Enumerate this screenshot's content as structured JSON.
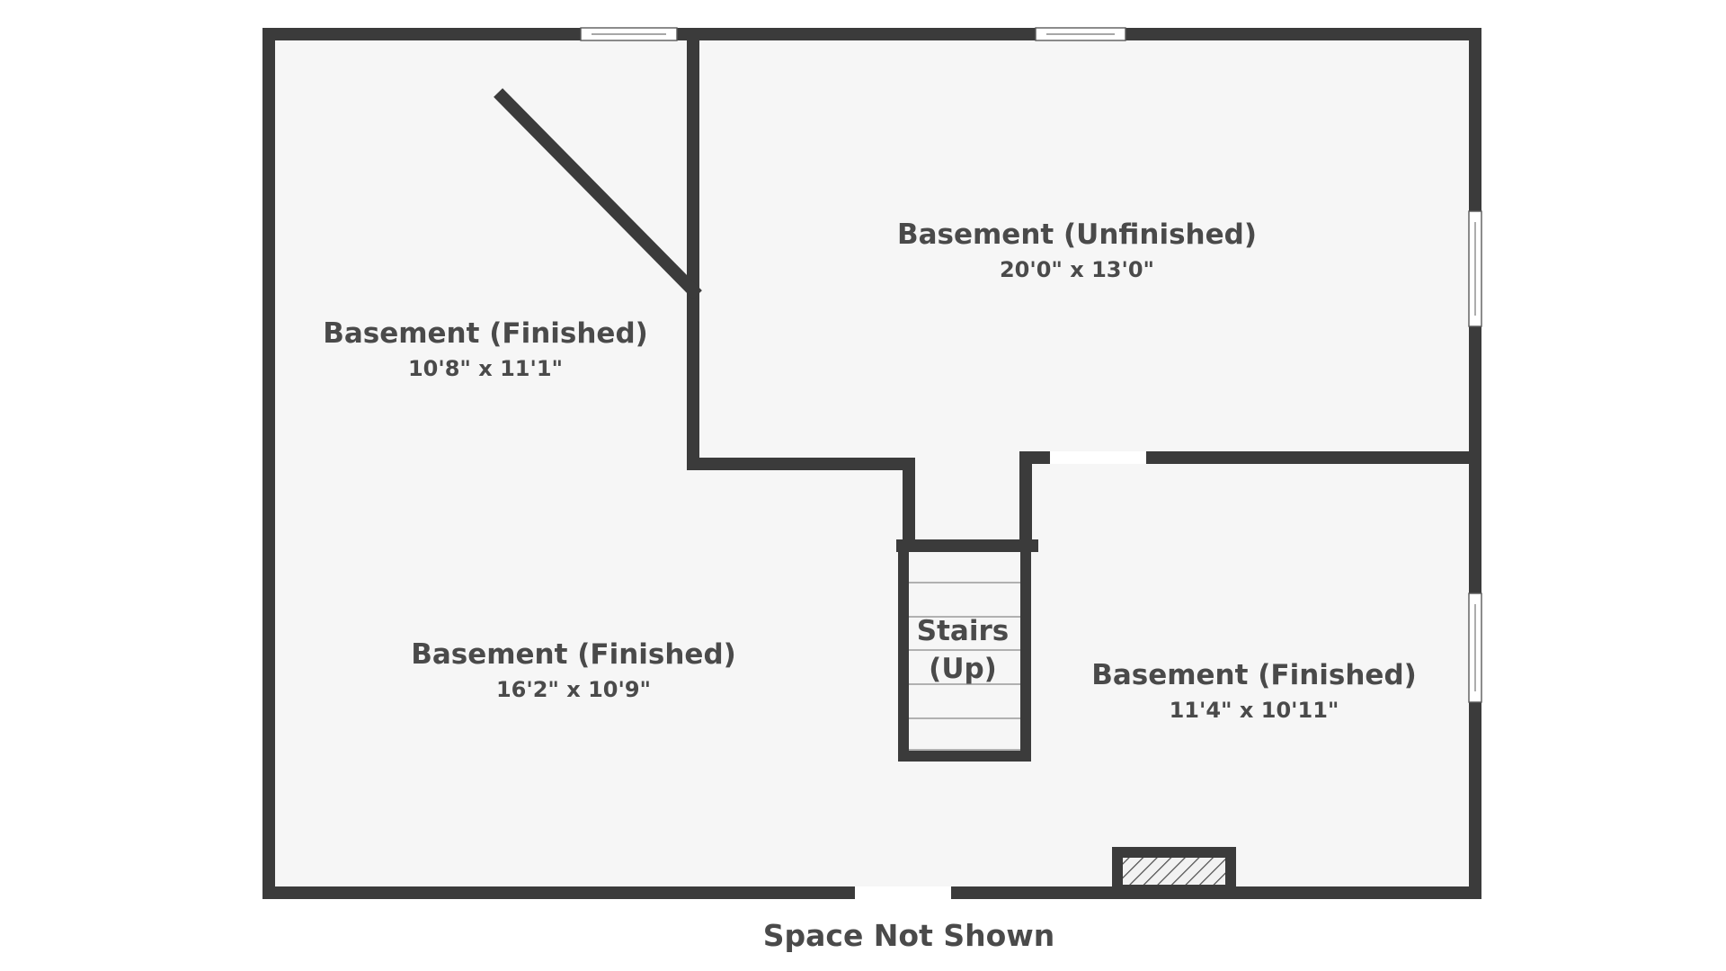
{
  "floor_plan": {
    "rooms": [
      {
        "name": "Basement (Finished)",
        "dimensions": "10'8\" x 11'1\""
      },
      {
        "name": "Basement (Unfinished)",
        "dimensions": "20'0\" x 13'0\""
      },
      {
        "name": "Basement (Finished)",
        "dimensions": "16'2\" x 10'9\""
      },
      {
        "name": "Basement (Finished)",
        "dimensions": "11'4\" x 10'11\""
      }
    ],
    "stairs": {
      "line1": "Stairs",
      "line2": "(Up)"
    },
    "footer_note": "Space Not Shown"
  }
}
